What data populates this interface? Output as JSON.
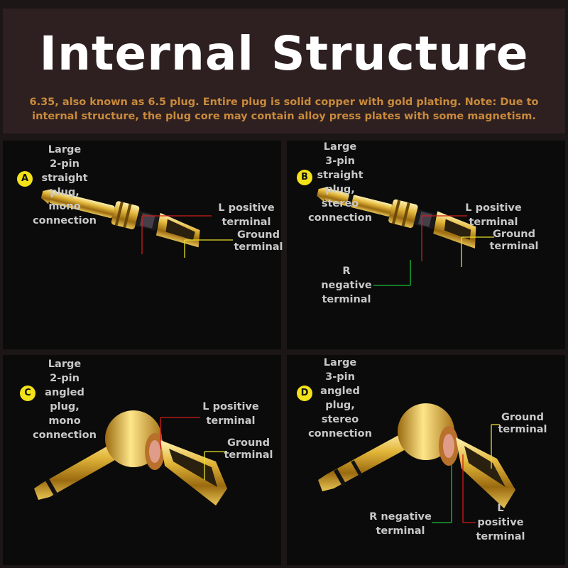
{
  "header": {
    "title": "Internal Structure",
    "note_line1": "6.35, also known as 6.5 plug. Entire plug is solid copper with gold plating. Note: Due to",
    "note_line2": "internal structure, the plug core may contain alloy press plates with some magnetism."
  },
  "colors": {
    "header_bg": "#2e2020",
    "title": "#ffffff",
    "note": "#c98a3c",
    "badge": "#f3e21a",
    "line_l_positive": "#d01c1c",
    "line_ground": "#e8e02a",
    "line_r_negative": "#1fbf3a",
    "gold": "#d4a82a"
  },
  "panels": [
    {
      "badge": "A",
      "name": [
        "Large",
        "2-pin",
        "straight",
        "plug,",
        "mono",
        "connection"
      ],
      "labels": {
        "l_positive": [
          "L positive",
          "terminal"
        ],
        "ground": [
          "Ground",
          "terminal"
        ]
      }
    },
    {
      "badge": "B",
      "name": [
        "Large",
        "3-pin",
        "straight",
        "plug,",
        "stereo",
        "connection"
      ],
      "labels": {
        "l_positive": [
          "L positive",
          "terminal"
        ],
        "ground": [
          "Ground",
          "terminal"
        ],
        "r_negative": [
          "R",
          "negative",
          "terminal"
        ]
      }
    },
    {
      "badge": "C",
      "name": [
        "Large",
        "2-pin",
        "angled",
        "plug,",
        "mono",
        "connection"
      ],
      "labels": {
        "l_positive": [
          "L positive",
          "terminal"
        ],
        "ground": [
          "Ground",
          "terminal"
        ]
      }
    },
    {
      "badge": "D",
      "name": [
        "Large",
        "3-pin",
        "angled",
        "plug,",
        "stereo",
        "connection"
      ],
      "labels": {
        "ground": [
          "Ground",
          "terminal"
        ],
        "r_negative": [
          "R negative",
          "terminal"
        ],
        "l_positive": [
          "L",
          "positive",
          "terminal"
        ]
      }
    }
  ]
}
